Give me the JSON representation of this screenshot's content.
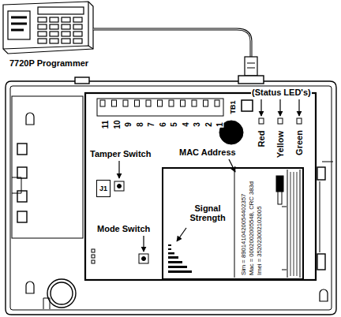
{
  "diagram": {
    "nodes": [
      {
        "text": [
          "7720P Programmer"
        ]
      },
      {
        "text": [
          "J1"
        ]
      },
      {
        "text": [
          "Sim = 8901410420054402357",
          "Mac = 0002002005548, CRC 383d",
          "Imei = 352023002102005"
        ]
      }
    ],
    "labels": [
      "(Status LED's)",
      "TB1",
      "11",
      "10",
      "9",
      "8",
      "7",
      "6",
      "5",
      "4",
      "3",
      "2",
      "1",
      "Red",
      "Yellow",
      "Green",
      "Tamper Switch",
      "MAC Address",
      "Signal Strength",
      "Mode Switch"
    ]
  }
}
